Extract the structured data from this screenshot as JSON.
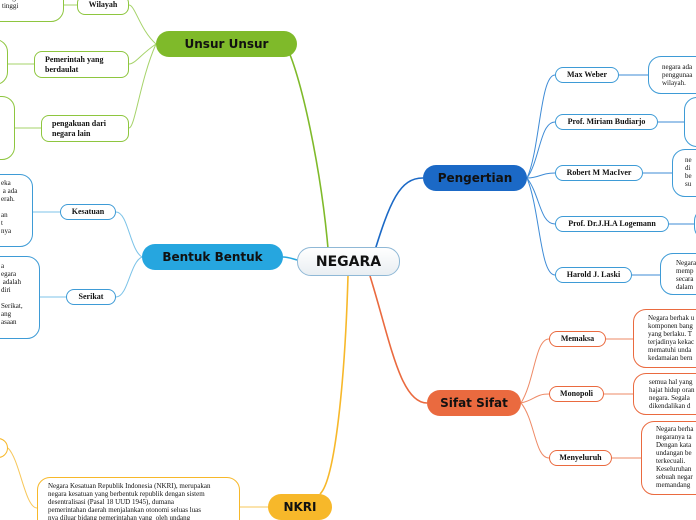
{
  "center": {
    "label": "NEGARA"
  },
  "unsur": {
    "label": "Unsur Unsur",
    "items": [
      {
        "label": "Wilayah",
        "fragment": "ayah yang\ni negara\ntinggi"
      },
      {
        "label": "Pemerintah yang\nberdaulat",
        "fragment": ""
      },
      {
        "label": "pengakuan dari\nnegara lain",
        "fragment": ""
      }
    ]
  },
  "bentuk": {
    "label": "Bentuk Bentuk",
    "items": [
      {
        "label": "Kesatuan",
        "fragment": "eka\n a ada\nerah.\n\nan\nt\nnya"
      },
      {
        "label": "Serikat",
        "fragment": "a\negara\n adalah\ndiri\n\nSerikat,\nang\nasaan"
      }
    ]
  },
  "pengertian": {
    "label": "Pengertian",
    "items": [
      {
        "label": "Max Weber",
        "fragment": "negara ada\npenggunaa\nwilayah."
      },
      {
        "label": "Prof. Miriam Budiarjo",
        "fragment": ""
      },
      {
        "label": "Robert M MacIver",
        "fragment": "ne\ndi \nbe\nsu"
      },
      {
        "label": "Prof. Dr.J.H.A Logemann",
        "fragment": ""
      },
      {
        "label": "Harold J. Laski",
        "fragment": "Negara\nmemp\nsecara\ndalam"
      }
    ]
  },
  "sifat": {
    "label": "Sifat Sifat",
    "items": [
      {
        "label": "Memaksa",
        "fragment": "Negara berhak u\nkomponen bang\nyang berlaku. T\nterjadinya kekac\nmematuhi unda\nkedamaian bern"
      },
      {
        "label": "Monopoli",
        "fragment": "semua hal yang\nhajat hidup oran\nnegara. Segala\ndikendalikan d"
      },
      {
        "label": "Menyeluruh",
        "fragment": "Negara berha\nnegaranya ta\nDengan kata\nundangan be\nterkecuali.\nKeseluruhan\nsebuah negar\nmemandang"
      }
    ]
  },
  "nkri": {
    "label": "NKRI",
    "text": "Negara Kesatuan Republik Indonesia (NKRI), merupakan\nnegara kesatuan yang berbentuk republik dengan sistem\ndesentralisasi (Pasal 18 UUD 1945), dumana\npemerintahan daerah menjalankan otonomi seluas luas\nnya diluar bidang pemerintahan yang  oleh undang"
  }
}
